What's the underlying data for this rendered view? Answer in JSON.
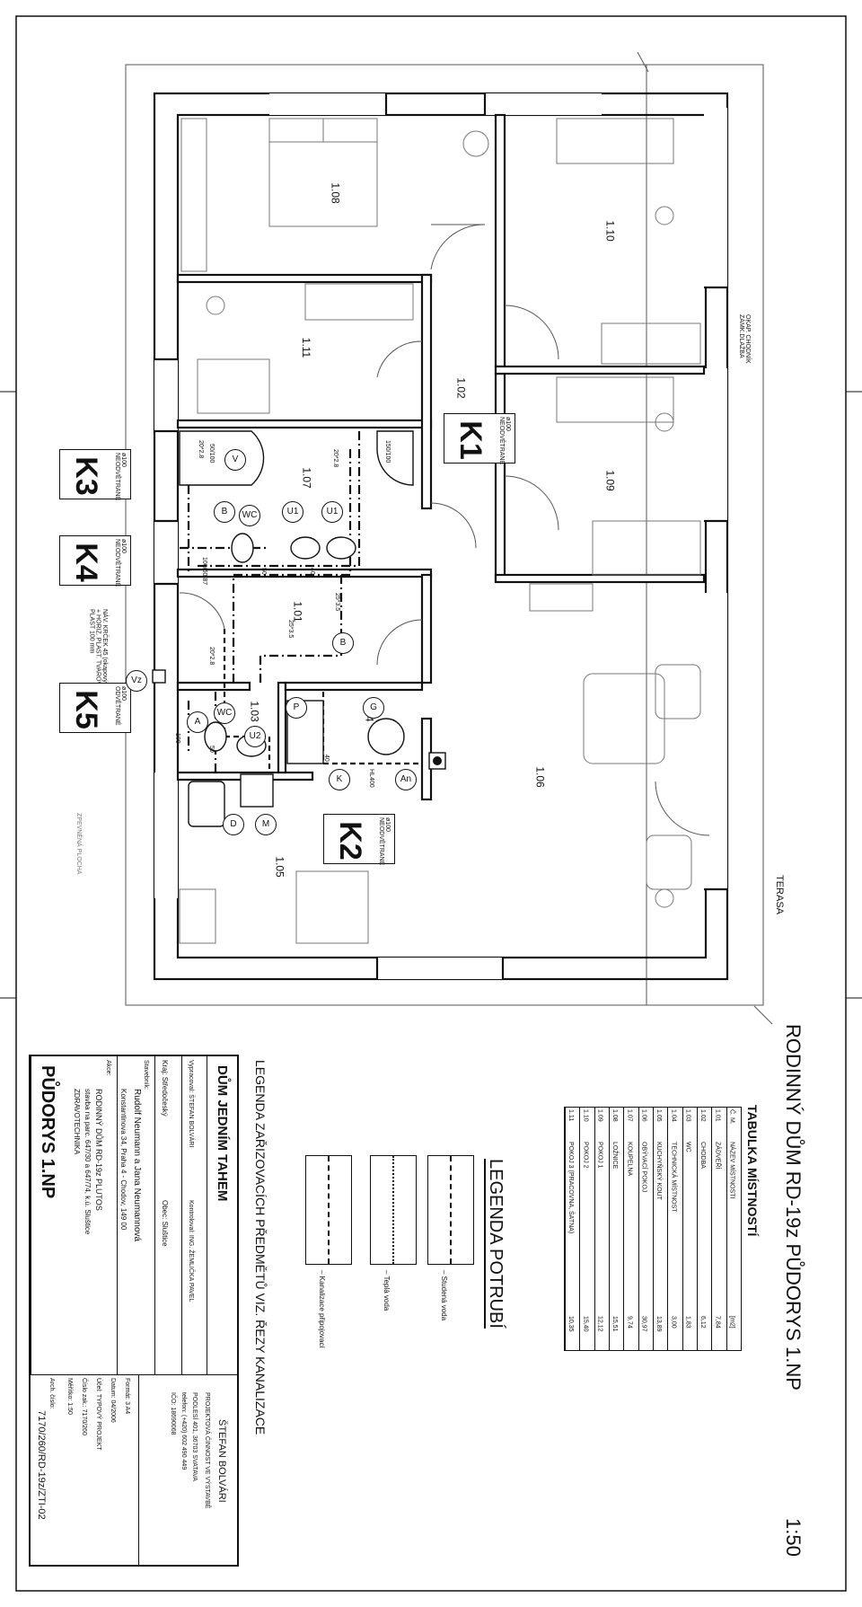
{
  "drawing": {
    "title": "RODINNÝ DŮM RD-19z   PŮDORYS 1.NP",
    "scale": "1:50",
    "terrace_label": "TERASA",
    "pavement_label": "OKAP. CHODNÍK\nZÁMK.DLAŽBA",
    "green_label": "ZPEVNĚNÁ PLOCHA",
    "rooms": [
      "1.01",
      "1.02",
      "1.03",
      "1.04",
      "1.05",
      "1.06",
      "1.07",
      "1.08",
      "1.09",
      "1.10",
      "1.11"
    ],
    "risers": [
      {
        "id": "K1",
        "dim": "ø100",
        "note": "NEODVĚTRANÉ"
      },
      {
        "id": "K2",
        "dim": "ø100",
        "note": "NEODVĚTRANÉ"
      },
      {
        "id": "K3",
        "dim": "ø100",
        "note": "NEODVĚTRANÉ"
      },
      {
        "id": "K4",
        "dim": "ø100",
        "note": "NEODVĚTRANÉ"
      },
      {
        "id": "K5",
        "dim": "ø100",
        "note": "ODVĚTRANÉ"
      }
    ],
    "fixtures": [
      "V",
      "B",
      "WC",
      "U1",
      "U1",
      "U2",
      "A",
      "WC",
      "G",
      "P",
      "K",
      "An",
      "D",
      "M",
      "Vz",
      "B"
    ],
    "pipe_labels": [
      "20*2.8",
      "25*3.5",
      "20*2.8",
      "25*3.5",
      "20*2.8",
      "50/100",
      "100/50/87",
      "50",
      "40",
      "150/100",
      "HL400",
      "100",
      "50",
      "40"
    ],
    "mounting_note": "NÁV. KRČEK 45 (okapový)\n+ HORIZ. PLAST. TVAROVKA\nPLAST 100 mm"
  },
  "room_table": {
    "title": "TABULKA MÍSTNOSTÍ",
    "headers": [
      "Č. M.",
      "NÁZEV MÍSTNOSTI",
      "[m2]"
    ],
    "rows": [
      [
        "1.01",
        "ZÁDVEŘÍ",
        "7,84"
      ],
      [
        "1.02",
        "CHODBA",
        "6,12"
      ],
      [
        "1.03",
        "WC",
        "1,83"
      ],
      [
        "1.04",
        "TECHNICKÁ MÍSTNOST",
        "3,00"
      ],
      [
        "1.05",
        "KUCHYŇSKÝ KOUT",
        "13,89"
      ],
      [
        "1.06",
        "OBÝVACÍ POKOJ",
        "30,97"
      ],
      [
        "1.07",
        "KOUPELNA",
        "9,74"
      ],
      [
        "1.08",
        "LOŽNICE",
        "15,51"
      ],
      [
        "1.09",
        "POKOJ 1",
        "12,12"
      ],
      [
        "1.10",
        "POKOJ 2",
        "15,40"
      ],
      [
        "1.11",
        "POKOJ 3 (PRACOVNA, ŠATNA)",
        "10,35"
      ]
    ]
  },
  "pipe_legend": {
    "title": "LEGENDA POTRUBÍ",
    "items": [
      "– Studená voda",
      "– Teplá voda",
      "– Kanalizace připojovací"
    ]
  },
  "fixture_legend": "LEGENDA ZAŘIZOVACÍCH PŘEDMĚTŮ VIZ. ŘEZY KANALIZACE",
  "title_block": {
    "company": "DŮM JEDNÍM TAHEM",
    "author_name": "ŠTEFAN BOLVÁRI",
    "author_desc": "PROJEKTOVÁ ČINNOST VE VÝSTAVBĚ",
    "address": "PODLESÍ 401,  36703  SVATAVA",
    "phone": "telefon:  (+420) 602 490 449",
    "ico": "IČO:  18690068",
    "vypracoval_label": "Vypracoval:",
    "vypracoval": "ŠTEFAN BOLVÁRI",
    "kontroloval_label": "Kontroloval:",
    "kontroloval": "ING. ŽEMLIČKA PAVEL",
    "kraj_label": "Kraj:",
    "kraj": "Středočeský",
    "obec_label": "Obec:",
    "obec": "Sluštice",
    "stavebnik_label": "Stavebník:",
    "stavebnik_1": "Rudolf Neumann a Jana Neumannová",
    "stavebnik_2": "Konstantinova 34, Praha 4 - Chodov, 149 00",
    "akce_label": "Akce:",
    "akce_1": "RODINNÝ DŮM RD-19z  PLUTOS",
    "akce_2": "stavba na parc. 647/30 a 647/74, k.ú. Sluštice",
    "akce_3": "ZDRAVOTECHNIKA",
    "drawing_name": "PŮDORYS 1.NP",
    "format_label": "Formát:",
    "format": "3 A4",
    "datum_label": "Datum:",
    "datum": "04/2006",
    "ucel_label": "Účel:",
    "ucel": "TYPOVÝ PROJEKT",
    "zak_label": "Číslo zak.:",
    "zak": "7170/260",
    "meritko_label": "Měřítko:",
    "meritko": "1:50",
    "arch_label": "Arch. číslo:",
    "arch": "7170/260/RD-19z/ZTI-02"
  }
}
